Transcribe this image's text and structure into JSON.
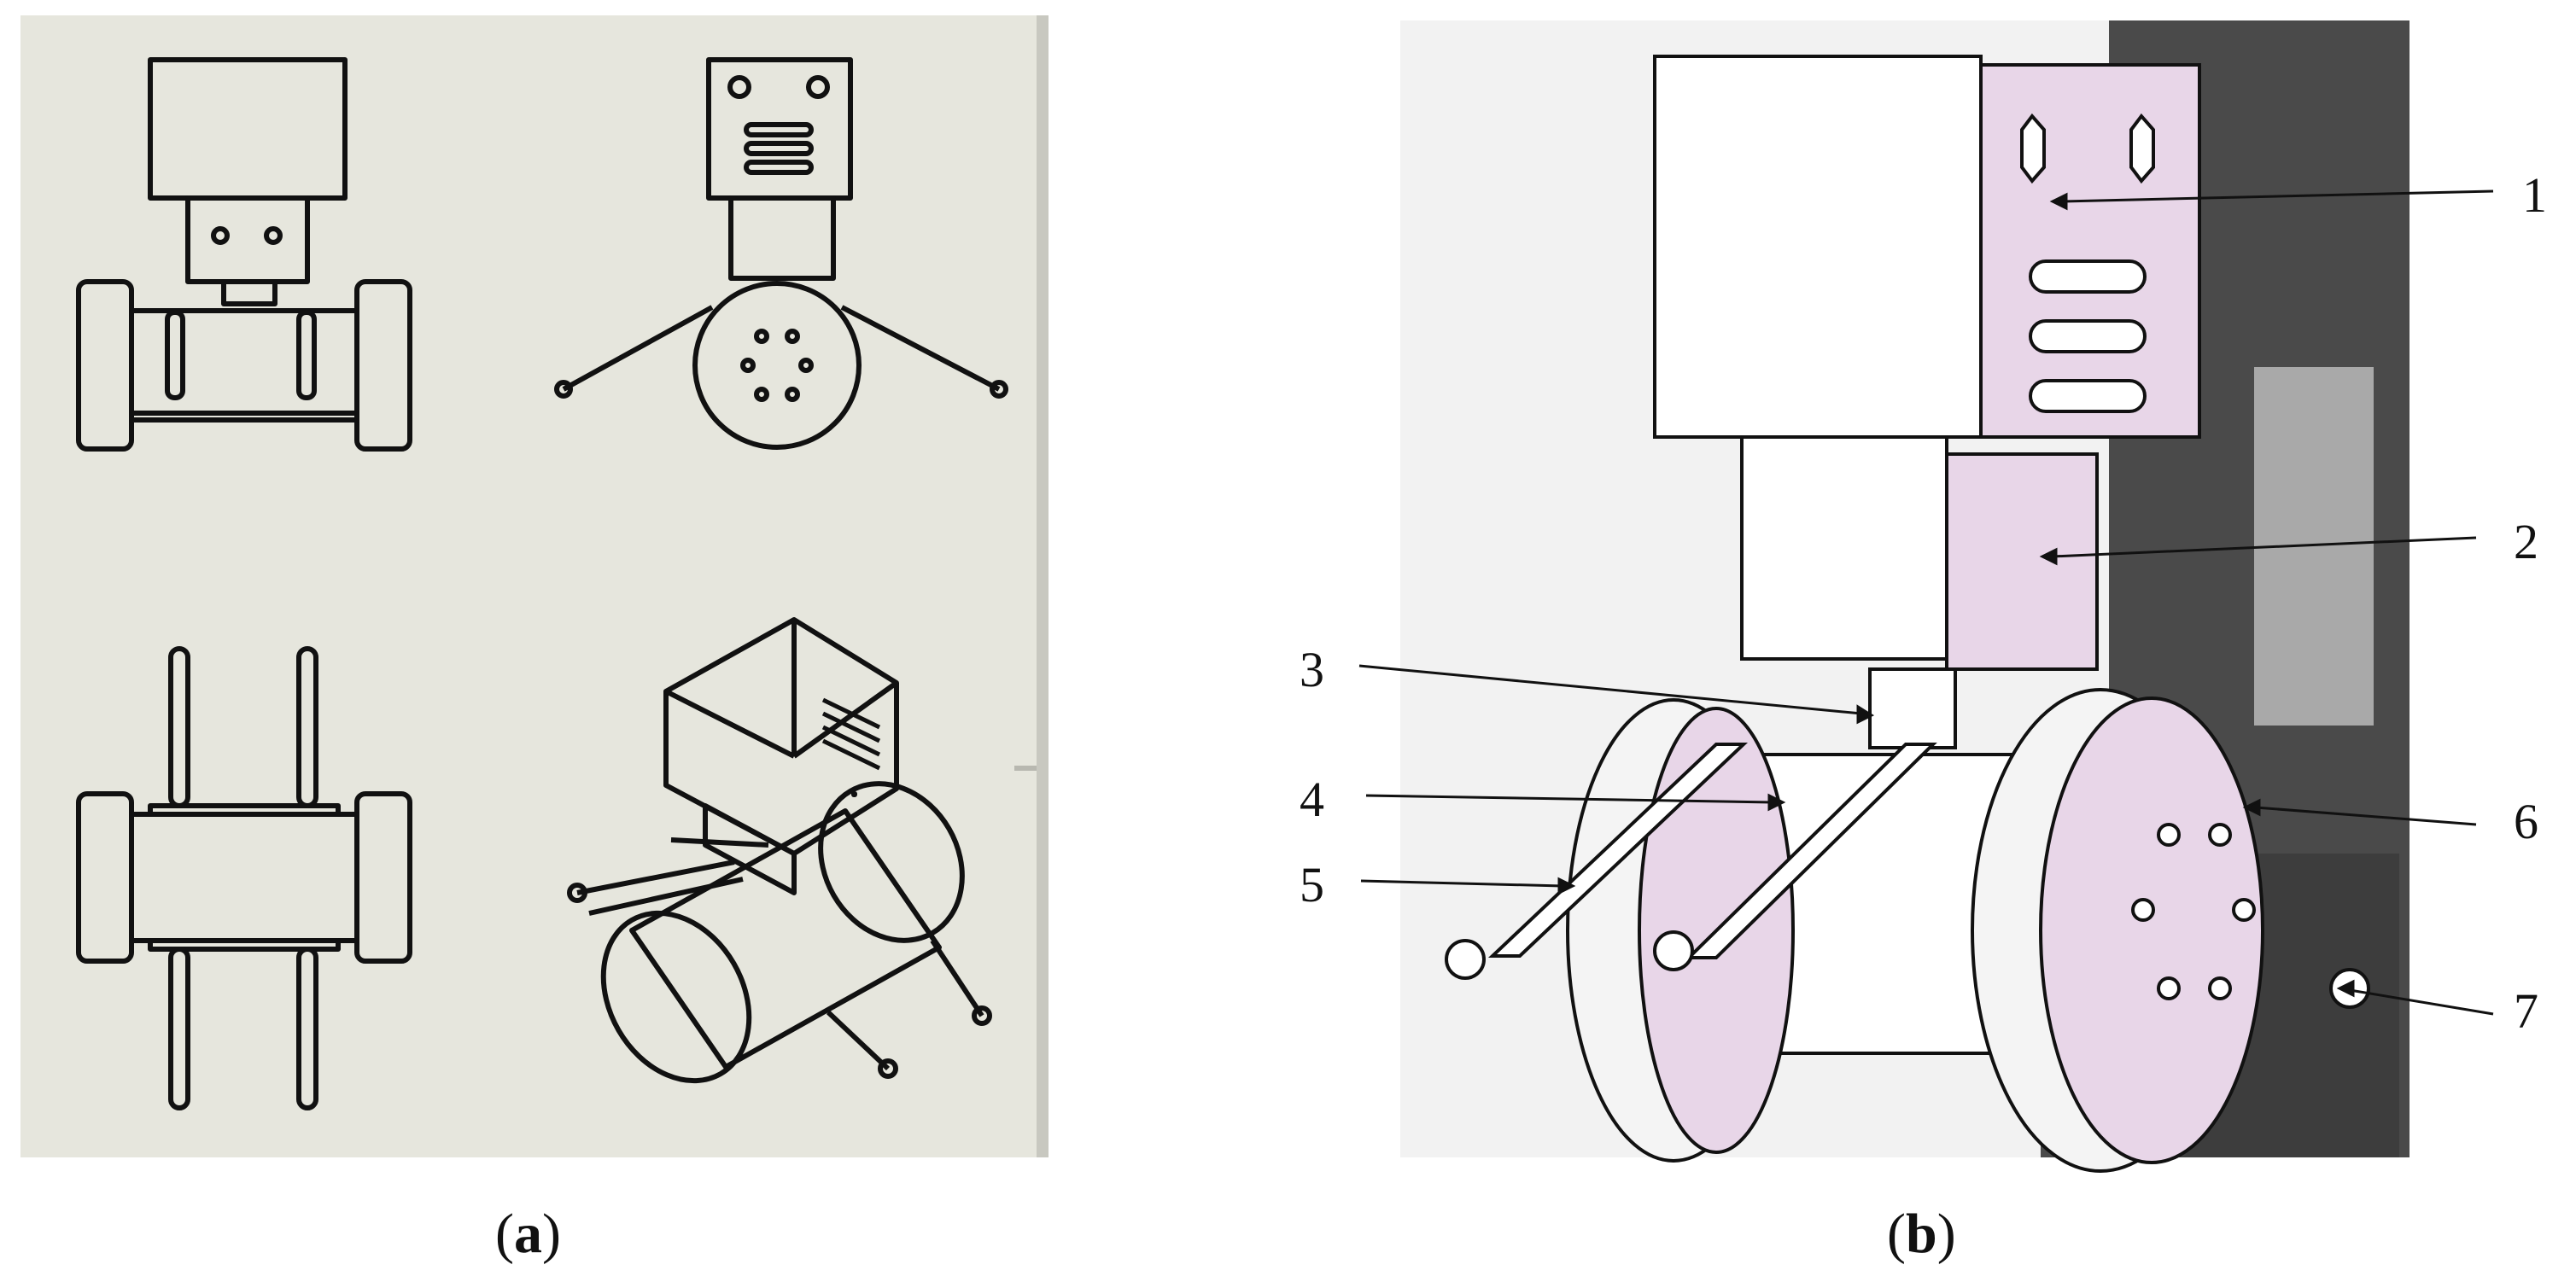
{
  "captions": {
    "a": {
      "open": "(",
      "letter": "a",
      "close": ")"
    },
    "b": {
      "open": "(",
      "letter": "b",
      "close": ")"
    }
  },
  "callouts": [
    "1",
    "2",
    "3",
    "4",
    "5",
    "6",
    "7"
  ],
  "colors": {
    "panel_a_bg": "#e6e6dd",
    "pink_face": "#e8d6e8",
    "white_face": "#ffffff",
    "dark_shadow": "#3a3a3a",
    "line": "#111111"
  }
}
